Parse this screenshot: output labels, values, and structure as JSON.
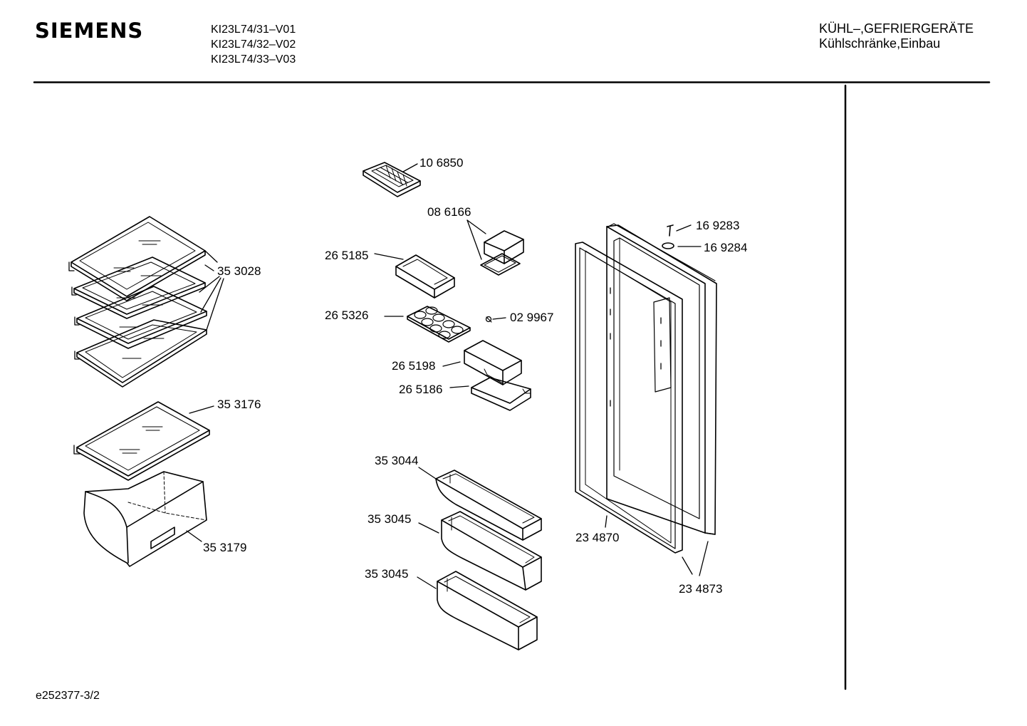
{
  "header": {
    "brand": "SIEMENS",
    "models": [
      "KI23L74/31–V01",
      "KI23L74/32–V02",
      "KI23L74/33–V03"
    ],
    "category_line1": "KÜHL–,GEFRIERGERÄTE",
    "category_line2": "Kühlschränke,Einbau"
  },
  "footer": {
    "doc_id": "e252377-3/2"
  },
  "parts": {
    "ice_tray": "10 6850",
    "box_small": "08 6166",
    "butter_shelf": "26 5185",
    "egg_tray": "26 5326",
    "hinge_pin": "02 9967",
    "butter_box": "26 5198",
    "butter_lid": "26 5186",
    "screw": "16 9283",
    "cap": "16 9284",
    "glass_shelf": "35 3028",
    "glass_shelf_bottom": "35 3176",
    "crisper": "35 3179",
    "door_shelf_top": "35 3044",
    "door_shelf_mid": "35 3045",
    "door_shelf_bottom": "35 3045",
    "door_gasket": "23 4870",
    "door_panel": "23 4873"
  }
}
